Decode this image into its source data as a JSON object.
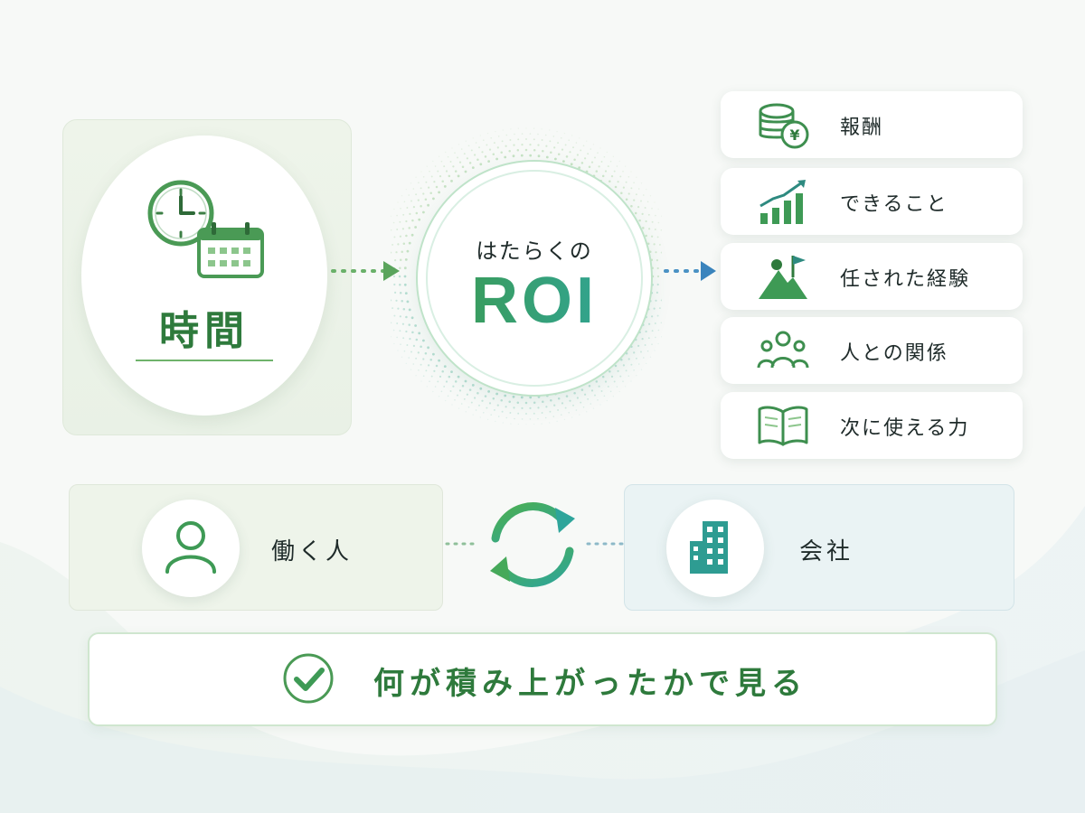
{
  "input": {
    "label": "時間",
    "icons": [
      "clock-icon",
      "calendar-icon"
    ]
  },
  "center": {
    "subtitle": "はたらくの",
    "title": "ROI"
  },
  "outcomes": [
    {
      "label": "報酬",
      "icon": "coins-yen-icon"
    },
    {
      "label": "できること",
      "icon": "growth-chart-icon"
    },
    {
      "label": "任された経験",
      "icon": "mountain-flag-icon"
    },
    {
      "label": "人との関係",
      "icon": "people-group-icon"
    },
    {
      "label": "次に使える力",
      "icon": "open-book-icon"
    }
  ],
  "relationship": {
    "worker": {
      "label": "働く人",
      "icon": "person-icon"
    },
    "company": {
      "label": "会社",
      "icon": "building-icon"
    },
    "cycle_icon": "cycle-arrows-icon"
  },
  "conclusion": {
    "text": "何が積み上がったかで見る",
    "icon": "check-circle-icon"
  },
  "colors": {
    "green": "#3c9a4d",
    "dark_green": "#2e7a3c",
    "teal": "#2fa6a0",
    "blue": "#3a8fc7"
  }
}
